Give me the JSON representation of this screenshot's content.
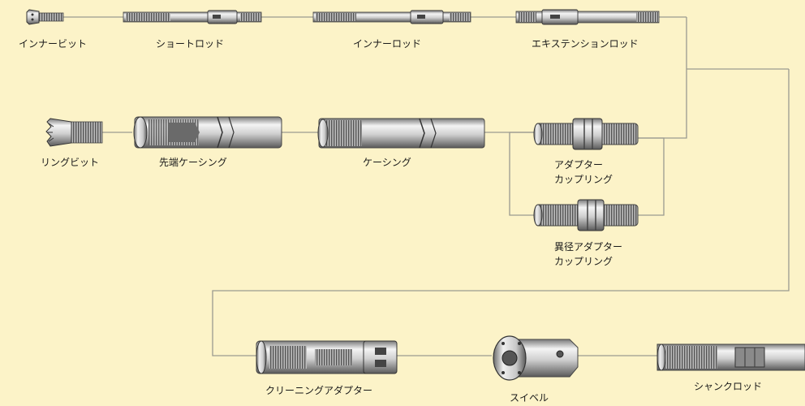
{
  "colors": {
    "background": "#fcf3c8",
    "connector": "#9a9a90",
    "metal_light": "#f2f2f2",
    "metal_mid": "#c8c8c8",
    "metal_dark": "#555555",
    "thread": "#6e6e6e"
  },
  "parts": {
    "inner_bit": {
      "label": "インナービット",
      "icon": "inner-bit-icon"
    },
    "short_rod": {
      "label": "ショートロッド",
      "icon": "short-rod-icon"
    },
    "inner_rod": {
      "label": "インナーロッド",
      "icon": "inner-rod-icon"
    },
    "extension_rod": {
      "label": "エキステンションロッド",
      "icon": "extension-rod-icon"
    },
    "ring_bit": {
      "label": "リングビット",
      "icon": "ring-bit-icon"
    },
    "tip_casing": {
      "label": "先端ケーシング",
      "icon": "tip-casing-icon"
    },
    "casing": {
      "label": "ケーシング",
      "icon": "casing-icon"
    },
    "adapter_coupling": {
      "label_line1": "アダプター",
      "label_line2": "カップリング",
      "icon": "adapter-coupling-icon"
    },
    "reducer_adapter_coupling": {
      "label_line1": "異径アダプター",
      "label_line2": "カップリング",
      "icon": "reducer-adapter-coupling-icon"
    },
    "cleaning_adapter": {
      "label": "クリーニングアダプター",
      "icon": "cleaning-adapter-icon"
    },
    "swivel": {
      "label": "スイベル",
      "icon": "swivel-icon"
    },
    "shank_rod": {
      "label": "シャンクロッド",
      "icon": "shank-rod-icon"
    }
  }
}
